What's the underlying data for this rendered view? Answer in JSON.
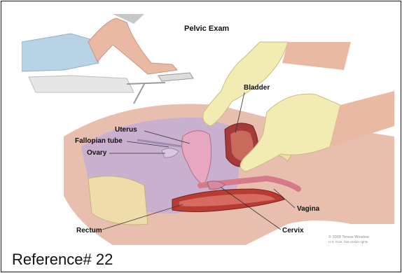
{
  "diagram": {
    "title": "Pelvic Exam",
    "labels": {
      "bladder": "Bladder",
      "uterus": "Uterus",
      "fallopian_tube": "Fallopian tube",
      "ovary": "Ovary",
      "vagina": "Vagina",
      "rectum": "Rectum",
      "cervix": "Cervix"
    },
    "copyright": "© 2009 Terese Winslow",
    "copyright_sub": "U.S. Govt. has certain rights"
  },
  "caption": "Reference# 22",
  "colors": {
    "frame": "#1a1a1a",
    "glove": "#f2ecb4",
    "skin": "#e9b9a4",
    "gown": "#b9d3e6",
    "uterus": "#e8a7c0",
    "cavity": "#bfa7c8",
    "rectum": "#b83c34",
    "bladder_wall": "#a43a3a",
    "bone": "#eedcaa"
  }
}
